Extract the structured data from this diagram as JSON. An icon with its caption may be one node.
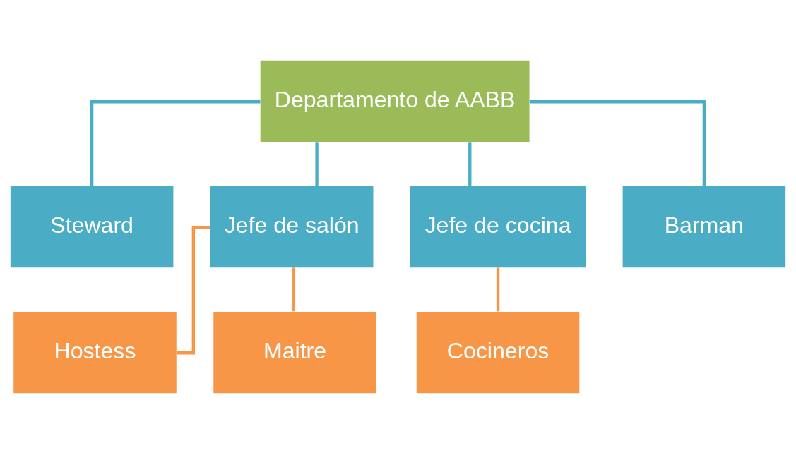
{
  "diagram": {
    "nodes": [
      {
        "text": [
          "Departamento de AABB"
        ]
      },
      {
        "text": [
          "Steward"
        ]
      },
      {
        "text": [
          "Jefe de salón"
        ]
      },
      {
        "text": [
          "Jefe de cocina"
        ]
      },
      {
        "text": [
          "Barman"
        ]
      },
      {
        "text": [
          "Hostess"
        ]
      },
      {
        "text": [
          "Maitre"
        ]
      },
      {
        "text": [
          "Cocineros"
        ]
      }
    ],
    "edges": [
      {
        "from": 0,
        "to": 1,
        "arrow": "none"
      },
      {
        "from": 0,
        "to": 2,
        "arrow": "none"
      },
      {
        "from": 0,
        "to": 3,
        "arrow": "none"
      },
      {
        "from": 0,
        "to": 4,
        "arrow": "none"
      },
      {
        "from": 2,
        "to": 5,
        "arrow": "none",
        "color": "#f79646"
      },
      {
        "from": 2,
        "to": 6,
        "arrow": "none",
        "color": "#f79646"
      },
      {
        "from": 3,
        "to": 7,
        "arrow": "none",
        "color": "#f79646"
      }
    ]
  }
}
